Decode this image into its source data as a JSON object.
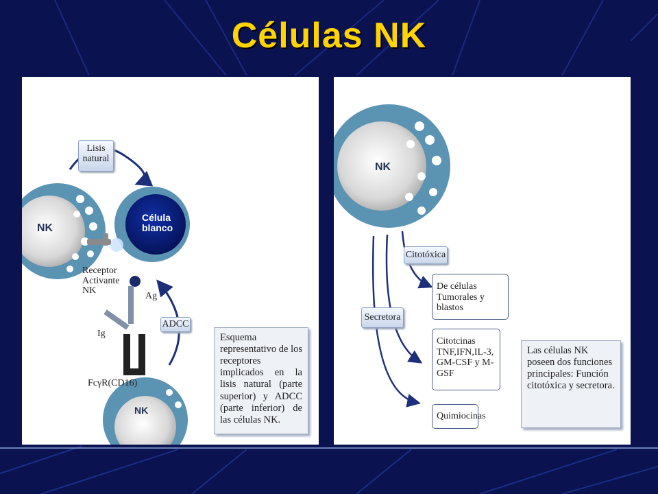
{
  "slide": {
    "title": "Células NK"
  },
  "left_diagram": {
    "lysis_label": "Lisis\nnatural",
    "nk_top": "NK",
    "target_cell": "Célula\nblanco",
    "receptor_label": "Receptor\nActivante\nNK",
    "ag_label": "Ag",
    "adcc_label": "ADCC",
    "ig_label": "Ig",
    "fcyr_label": "FcγR(CD16)",
    "nk_bottom": "NK",
    "caption": "Esquema representativo de los receptores implicados en la lisis natural (parte superior) y ADCC (parte inferior) de las células NK."
  },
  "right_diagram": {
    "nk_label": "NK",
    "cytotoxic_label": "Citotóxica",
    "secretory_label": "Secretora",
    "box_tumor": "De células\nTumorales y blastos",
    "box_cytokines": "Citotcinas\nTNF,IFN,IL-3,\nGM-CSF y M-GSF",
    "box_chemokines": "Quimiocinas",
    "caption": "Las células NK poseen dos funciones principales: Función citotóxica y secretora."
  },
  "colors": {
    "background": "#0a1250",
    "title": "#ffd400",
    "cell_ring": "#5b93b3",
    "target_cell": "#0b1e7a"
  }
}
